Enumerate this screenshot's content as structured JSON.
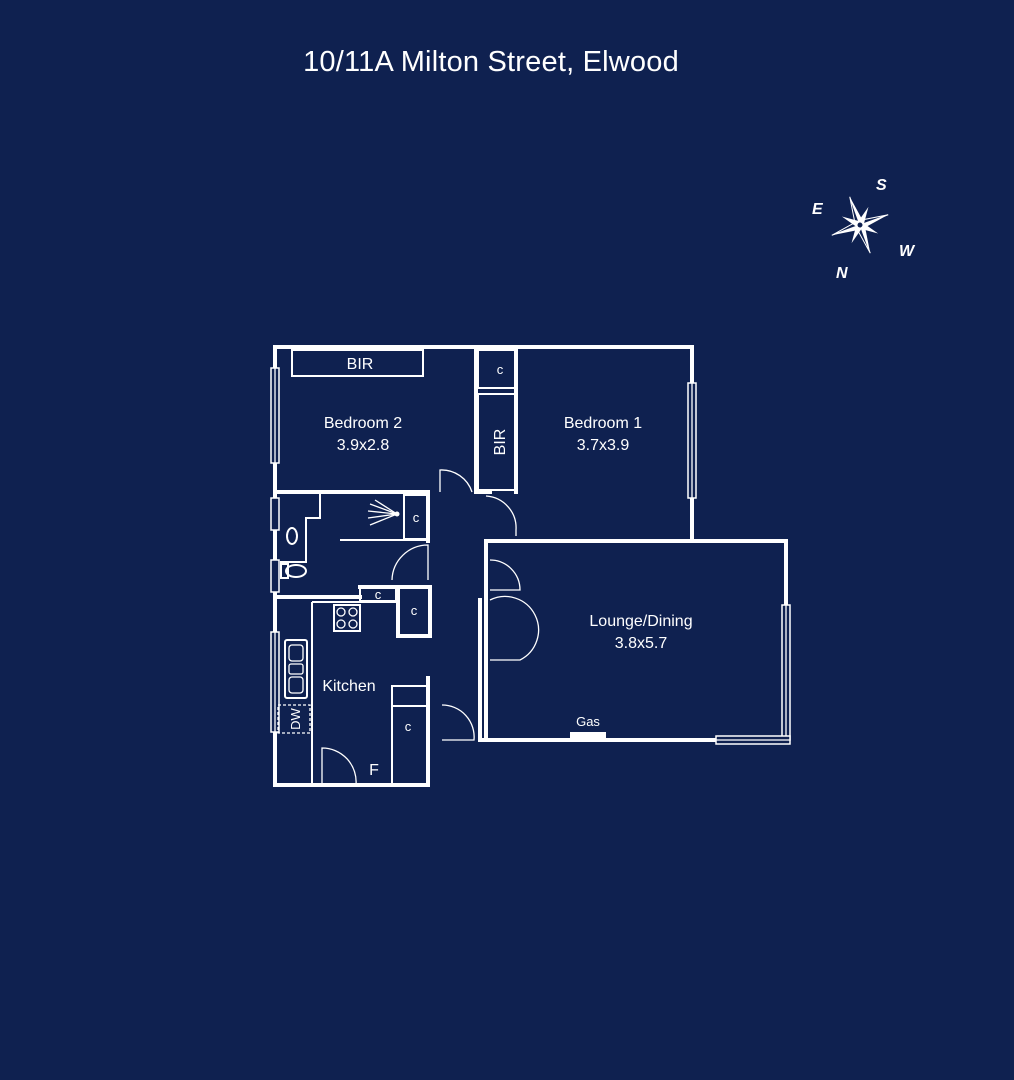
{
  "title": "10/11A Milton Street, Elwood",
  "compass": {
    "icon": "compass-rose-icon",
    "n": "N",
    "s": "S",
    "e": "E",
    "w": "W"
  },
  "rooms": {
    "bedroom2": {
      "name": "Bedroom 2",
      "size": "3.9x2.8"
    },
    "bedroom1": {
      "name": "Bedroom 1",
      "size": "3.7x3.9"
    },
    "lounge": {
      "name": "Lounge/Dining",
      "size": "3.8x5.7"
    },
    "kitchen": {
      "name": "Kitchen"
    }
  },
  "labels": {
    "bir_top": "BIR",
    "bir_side": "BIR",
    "cupboard": "c",
    "dishwasher": "DW",
    "fridge": "F",
    "gas": "Gas"
  },
  "colors": {
    "background": "#0f2150",
    "lines": "#ffffff"
  }
}
